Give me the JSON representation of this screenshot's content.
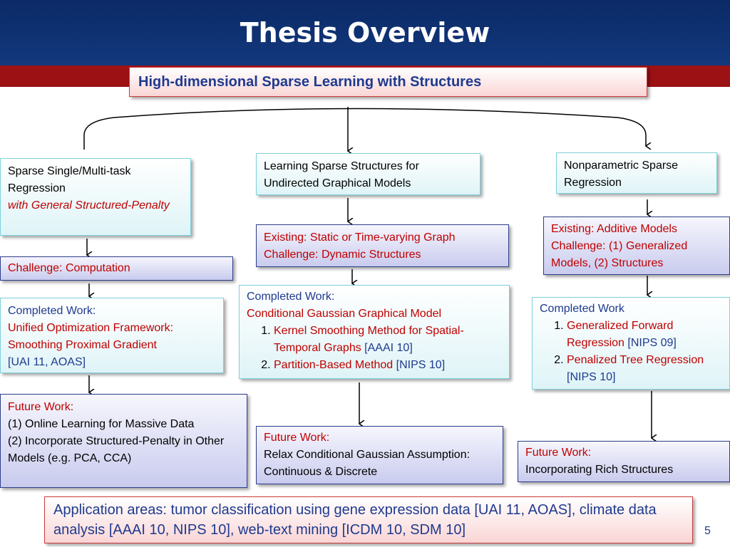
{
  "title": "Thesis Overview",
  "root": "High-dimensional Sparse Learning with Structures",
  "left": {
    "topic_line1": "Sparse Single/Multi-task Regression",
    "topic_line2": "with General Structured-Penalty",
    "challenge": "Challenge: Computation",
    "completed_head": "Completed Work:",
    "completed_line1": "Unified Optimization Framework:",
    "completed_line2": "Smoothing Proximal Gradient",
    "completed_ref": "[UAI 11, AOAS]",
    "future_head": "Future Work:",
    "future_line1": "(1) Online Learning for Massive Data",
    "future_line2": "(2) Incorporate Structured-Penalty in Other Models (e.g. PCA, CCA)"
  },
  "middle": {
    "topic": "Learning Sparse Structures for Undirected Graphical Models",
    "existing": "Existing: Static or Time-varying Graph",
    "challenge": "Challenge: Dynamic Structures",
    "completed_head": "Completed Work:",
    "completed_line1": "Conditional Gaussian Graphical Model",
    "item1_text": "Kernel Smoothing Method for Spatial-Temporal Graphs",
    "item1_ref": "[AAAI 10]",
    "item2_text": "Partition-Based Method",
    "item2_ref": "[NIPS 10]",
    "future_head": "Future Work:",
    "future_line1": "Relax Conditional Gaussian Assumption: Continuous & Discrete"
  },
  "right": {
    "topic": "Nonparametric Sparse Regression",
    "existing": "Existing: Additive Models",
    "challenge": "Challenge: (1) Generalized Models,  (2) Structures",
    "completed_head": "Completed Work",
    "item1_text": "Generalized Forward Regression",
    "item1_ref": "[NIPS 09]",
    "item2_text": "Penalized Tree Regression",
    "item2_ref": "[NIPS 10]",
    "future_head": "Future Work:",
    "future_line1": "Incorporating Rich Structures"
  },
  "applications": "Application areas: tumor classification using gene expression data [UAI 11,  AOAS], climate data analysis [AAAI 10, NIPS 10], web-text mining [ICDM 10, SDM 10]",
  "slide_number": "5",
  "colors": {
    "header": "#12387d",
    "accent_bar": "#9c1114",
    "emphasis": "#c00000",
    "reference": "#1f3a8f"
  }
}
